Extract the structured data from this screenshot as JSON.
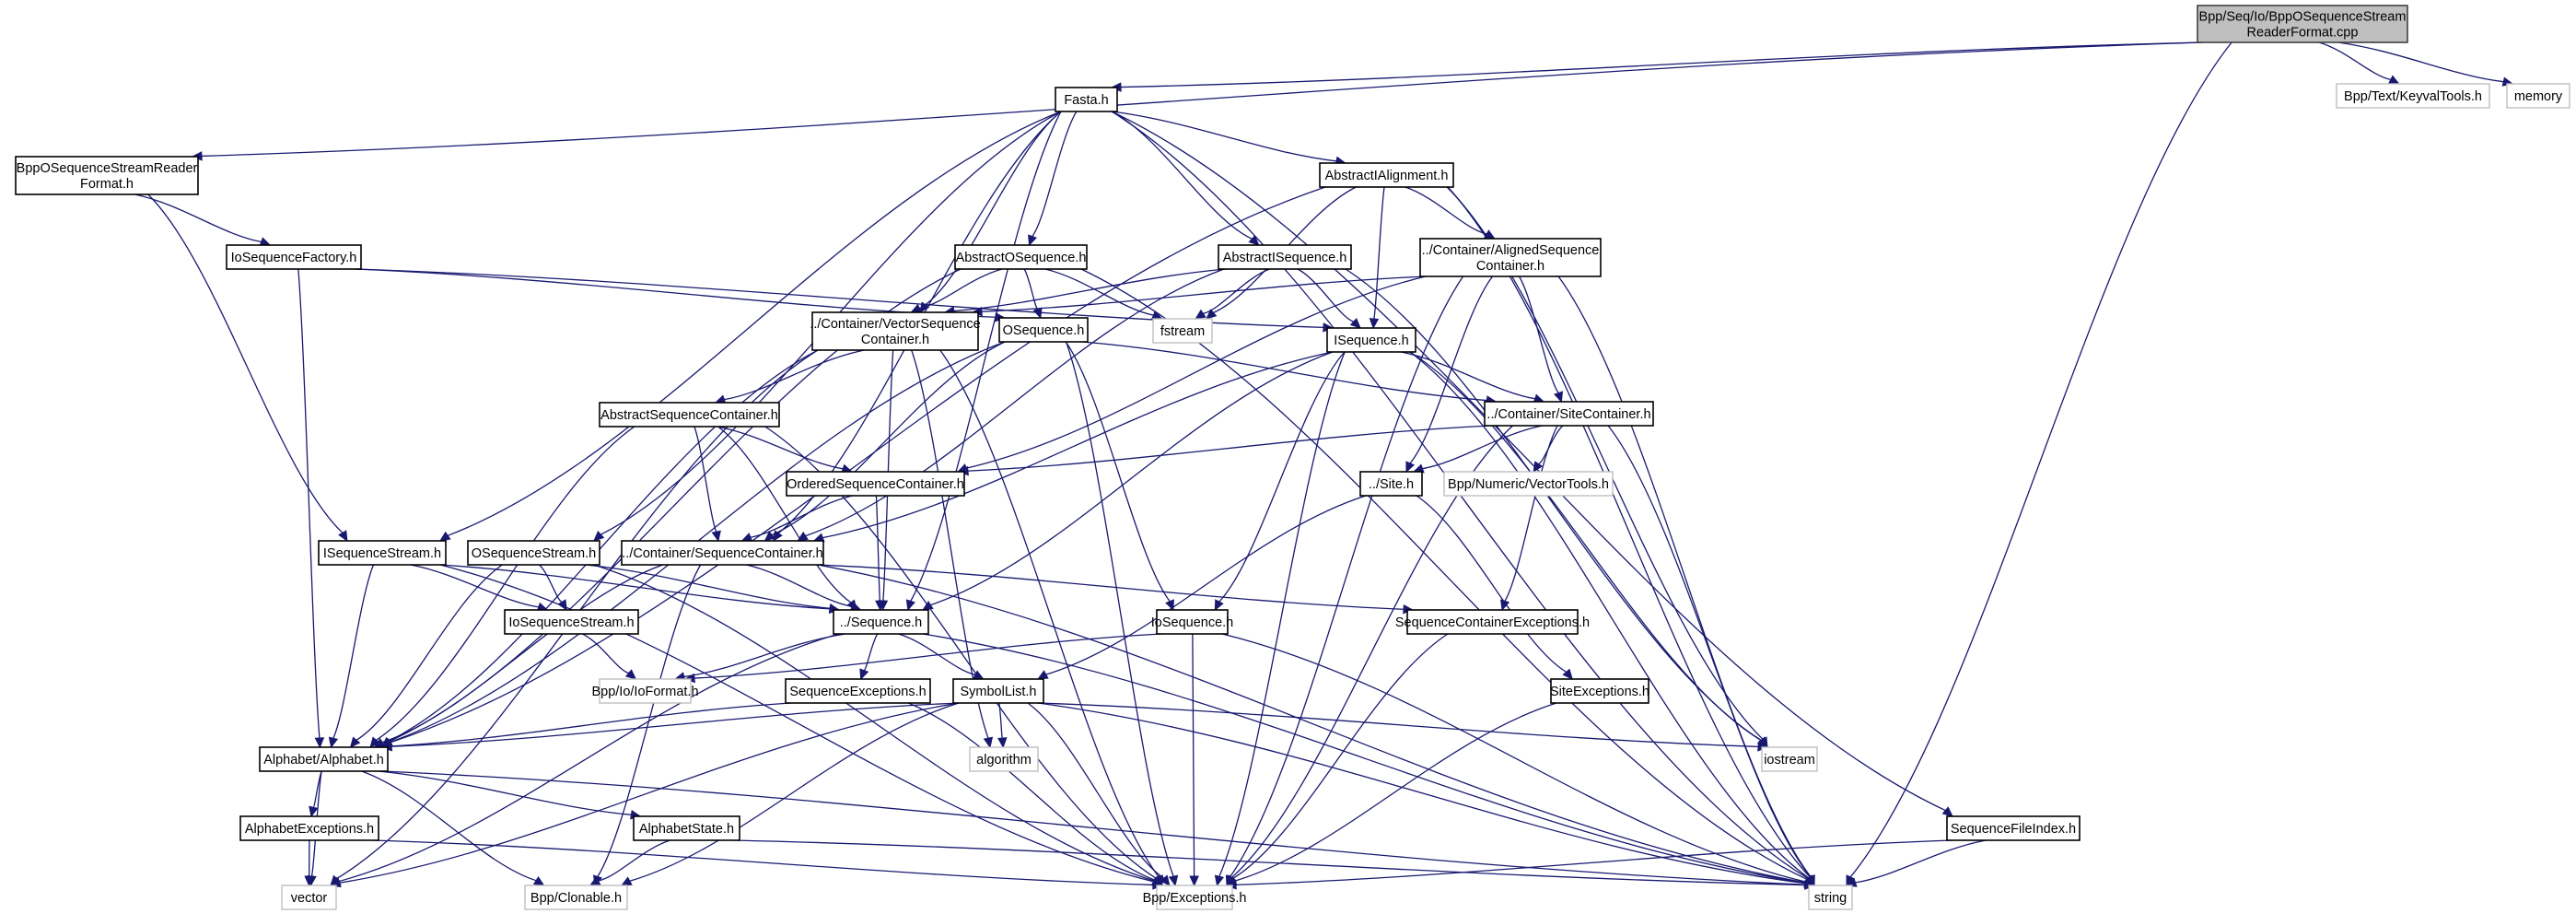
{
  "title": "Bpp/Seq/Io/BppOSequenceStreamReaderFormat.cpp include dependency graph",
  "colors": {
    "edge": "#191970",
    "root_fill": "#bfbfbf",
    "external_border": "#bfbfbf",
    "node_border": "#000000"
  },
  "nodes": [
    {
      "id": "root",
      "label": [
        "Bpp/Seq/Io/BppOSequenceStream",
        "ReaderFormat.cpp"
      ],
      "kind": "root"
    },
    {
      "id": "fasta",
      "label": [
        "Fasta.h"
      ],
      "kind": "file"
    },
    {
      "id": "keyval",
      "label": [
        "Bpp/Text/KeyvalTools.h"
      ],
      "kind": "external"
    },
    {
      "id": "memory",
      "label": [
        "memory"
      ],
      "kind": "external"
    },
    {
      "id": "bppformat",
      "label": [
        "BppOSequenceStreamReader",
        "Format.h"
      ],
      "kind": "file"
    },
    {
      "id": "iofactory",
      "label": [
        "IoSequenceFactory.h"
      ],
      "kind": "file"
    },
    {
      "id": "abialign",
      "label": [
        "AbstractIAlignment.h"
      ],
      "kind": "file"
    },
    {
      "id": "aboseq",
      "label": [
        "AbstractOSequence.h"
      ],
      "kind": "file"
    },
    {
      "id": "abiseq",
      "label": [
        "AbstractISequence.h"
      ],
      "kind": "file"
    },
    {
      "id": "alignedcont",
      "label": [
        "../Container/AlignedSequence",
        "Container.h"
      ],
      "kind": "file"
    },
    {
      "id": "vectorcont",
      "label": [
        "../Container/VectorSequence",
        "Container.h"
      ],
      "kind": "file"
    },
    {
      "id": "oseq",
      "label": [
        "OSequence.h"
      ],
      "kind": "file"
    },
    {
      "id": "fstream",
      "label": [
        "fstream"
      ],
      "kind": "external"
    },
    {
      "id": "iseq",
      "label": [
        "ISequence.h"
      ],
      "kind": "file"
    },
    {
      "id": "abseqcont",
      "label": [
        "AbstractSequenceContainer.h"
      ],
      "kind": "file"
    },
    {
      "id": "sitecont",
      "label": [
        "../Container/SiteContainer.h"
      ],
      "kind": "file"
    },
    {
      "id": "orderedcont",
      "label": [
        "OrderedSequenceContainer.h"
      ],
      "kind": "file"
    },
    {
      "id": "site",
      "label": [
        "../Site.h"
      ],
      "kind": "file"
    },
    {
      "id": "vectortools",
      "label": [
        "Bpp/Numeric/VectorTools.h"
      ],
      "kind": "external"
    },
    {
      "id": "iseqstream",
      "label": [
        "ISequenceStream.h"
      ],
      "kind": "file"
    },
    {
      "id": "oseqstream",
      "label": [
        "OSequenceStream.h"
      ],
      "kind": "file"
    },
    {
      "id": "seqcont",
      "label": [
        "../Container/SequenceContainer.h"
      ],
      "kind": "file"
    },
    {
      "id": "ioseqstream",
      "label": [
        "IoSequenceStream.h"
      ],
      "kind": "file"
    },
    {
      "id": "sequence",
      "label": [
        "../Sequence.h"
      ],
      "kind": "file"
    },
    {
      "id": "ioseq",
      "label": [
        "IoSequence.h"
      ],
      "kind": "file"
    },
    {
      "id": "seqcontexc",
      "label": [
        "SequenceContainerExceptions.h"
      ],
      "kind": "file"
    },
    {
      "id": "ioformat",
      "label": [
        "Bpp/Io/IoFormat.h"
      ],
      "kind": "external"
    },
    {
      "id": "seqexc",
      "label": [
        "SequenceExceptions.h"
      ],
      "kind": "file"
    },
    {
      "id": "symbollist",
      "label": [
        "SymbolList.h"
      ],
      "kind": "file"
    },
    {
      "id": "siteexc",
      "label": [
        "SiteExceptions.h"
      ],
      "kind": "file"
    },
    {
      "id": "alphabet",
      "label": [
        "Alphabet/Alphabet.h"
      ],
      "kind": "file"
    },
    {
      "id": "algorithm",
      "label": [
        "algorithm"
      ],
      "kind": "external"
    },
    {
      "id": "iostream",
      "label": [
        "iostream"
      ],
      "kind": "external"
    },
    {
      "id": "alphaexc",
      "label": [
        "AlphabetExceptions.h"
      ],
      "kind": "file"
    },
    {
      "id": "alphastate",
      "label": [
        "AlphabetState.h"
      ],
      "kind": "file"
    },
    {
      "id": "seqfileindex",
      "label": [
        "SequenceFileIndex.h"
      ],
      "kind": "file"
    },
    {
      "id": "vector",
      "label": [
        "vector"
      ],
      "kind": "external"
    },
    {
      "id": "clonable",
      "label": [
        "Bpp/Clonable.h"
      ],
      "kind": "external"
    },
    {
      "id": "exceptions",
      "label": [
        "Bpp/Exceptions.h"
      ],
      "kind": "external"
    },
    {
      "id": "string",
      "label": [
        "string"
      ],
      "kind": "external"
    }
  ],
  "edges": [
    [
      "root",
      "fasta"
    ],
    [
      "root",
      "bppformat"
    ],
    [
      "root",
      "keyval"
    ],
    [
      "root",
      "memory"
    ],
    [
      "root",
      "string"
    ],
    [
      "bppformat",
      "iofactory"
    ],
    [
      "bppformat",
      "iseqstream"
    ],
    [
      "iofactory",
      "iseq"
    ],
    [
      "iofactory",
      "oseq"
    ],
    [
      "iofactory",
      "alphabet"
    ],
    [
      "fasta",
      "abialign"
    ],
    [
      "fasta",
      "aboseq"
    ],
    [
      "fasta",
      "abiseq"
    ],
    [
      "fasta",
      "vectorcont"
    ],
    [
      "fasta",
      "seqcont"
    ],
    [
      "fasta",
      "sequence"
    ],
    [
      "fasta",
      "iseqstream"
    ],
    [
      "fasta",
      "oseqstream"
    ],
    [
      "fasta",
      "seqfileindex"
    ],
    [
      "fasta",
      "string"
    ],
    [
      "abialign",
      "alignedcont"
    ],
    [
      "abialign",
      "iseq"
    ],
    [
      "abialign",
      "fstream"
    ],
    [
      "abialign",
      "alphabet"
    ],
    [
      "abialign",
      "iostream"
    ],
    [
      "abialign",
      "string"
    ],
    [
      "aboseq",
      "oseq"
    ],
    [
      "aboseq",
      "vectorcont"
    ],
    [
      "aboseq",
      "fstream"
    ],
    [
      "aboseq",
      "alphabet"
    ],
    [
      "aboseq",
      "string"
    ],
    [
      "abiseq",
      "iseq"
    ],
    [
      "abiseq",
      "vectorcont"
    ],
    [
      "abiseq",
      "fstream"
    ],
    [
      "abiseq",
      "seqcont"
    ],
    [
      "abiseq",
      "iostream"
    ],
    [
      "alignedcont",
      "sitecont"
    ],
    [
      "alignedcont",
      "site"
    ],
    [
      "alignedcont",
      "vectorcont"
    ],
    [
      "alignedcont",
      "orderedcont"
    ],
    [
      "alignedcont",
      "exceptions"
    ],
    [
      "alignedcont",
      "string"
    ],
    [
      "vectorcont",
      "abseqcont"
    ],
    [
      "vectorcont",
      "sequence"
    ],
    [
      "vectorcont",
      "algorithm"
    ],
    [
      "vectorcont",
      "exceptions"
    ],
    [
      "vectorcont",
      "vector"
    ],
    [
      "vectorcont",
      "alphabet"
    ],
    [
      "oseq",
      "ioseq"
    ],
    [
      "oseq",
      "sitecont"
    ],
    [
      "oseq",
      "exceptions"
    ],
    [
      "oseq",
      "alphabet"
    ],
    [
      "oseq",
      "seqcont"
    ],
    [
      "iseq",
      "sitecont"
    ],
    [
      "iseq",
      "ioseq"
    ],
    [
      "iseq",
      "sequence"
    ],
    [
      "iseq",
      "seqcont"
    ],
    [
      "iseq",
      "exceptions"
    ],
    [
      "iseq",
      "iostream"
    ],
    [
      "iseq",
      "string"
    ],
    [
      "abseqcont",
      "orderedcont"
    ],
    [
      "abseqcont",
      "seqcont"
    ],
    [
      "abseqcont",
      "sequence"
    ],
    [
      "abseqcont",
      "alphabet"
    ],
    [
      "abseqcont",
      "exceptions"
    ],
    [
      "sitecont",
      "orderedcont"
    ],
    [
      "sitecont",
      "site"
    ],
    [
      "sitecont",
      "vectortools"
    ],
    [
      "sitecont",
      "seqcontexc"
    ],
    [
      "sitecont",
      "exceptions"
    ],
    [
      "sitecont",
      "string"
    ],
    [
      "orderedcont",
      "seqcont"
    ],
    [
      "orderedcont",
      "sequence"
    ],
    [
      "site",
      "symbollist"
    ],
    [
      "site",
      "siteexc"
    ],
    [
      "iseqstream",
      "ioseqstream"
    ],
    [
      "iseqstream",
      "sequence"
    ],
    [
      "iseqstream",
      "alphabet"
    ],
    [
      "iseqstream",
      "exceptions"
    ],
    [
      "oseqstream",
      "ioseqstream"
    ],
    [
      "oseqstream",
      "sequence"
    ],
    [
      "oseqstream",
      "alphabet"
    ],
    [
      "oseqstream",
      "exceptions"
    ],
    [
      "seqcont",
      "sequence"
    ],
    [
      "seqcont",
      "seqcontexc"
    ],
    [
      "seqcont",
      "alphabet"
    ],
    [
      "seqcont",
      "clonable"
    ],
    [
      "seqcont",
      "string"
    ],
    [
      "ioseqstream",
      "ioformat"
    ],
    [
      "sequence",
      "seqexc"
    ],
    [
      "sequence",
      "symbollist"
    ],
    [
      "sequence",
      "ioformat"
    ],
    [
      "sequence",
      "vector"
    ],
    [
      "sequence",
      "string"
    ],
    [
      "ioseq",
      "ioformat"
    ],
    [
      "ioseq",
      "exceptions"
    ],
    [
      "ioseq",
      "string"
    ],
    [
      "seqcontexc",
      "exceptions"
    ],
    [
      "seqexc",
      "alphabet"
    ],
    [
      "seqexc",
      "exceptions"
    ],
    [
      "symbollist",
      "alphabet"
    ],
    [
      "symbollist",
      "algorithm"
    ],
    [
      "symbollist",
      "iostream"
    ],
    [
      "symbollist",
      "vector"
    ],
    [
      "symbollist",
      "clonable"
    ],
    [
      "symbollist",
      "string"
    ],
    [
      "symbollist",
      "exceptions"
    ],
    [
      "siteexc",
      "exceptions"
    ],
    [
      "alphabet",
      "alphaexc"
    ],
    [
      "alphabet",
      "alphastate"
    ],
    [
      "alphabet",
      "vector"
    ],
    [
      "alphabet",
      "clonable"
    ],
    [
      "alphabet",
      "string"
    ],
    [
      "alphaexc",
      "vector"
    ],
    [
      "alphaexc",
      "exceptions"
    ],
    [
      "alphastate",
      "clonable"
    ],
    [
      "alphastate",
      "string"
    ],
    [
      "seqfileindex",
      "exceptions"
    ],
    [
      "seqfileindex",
      "string"
    ]
  ]
}
